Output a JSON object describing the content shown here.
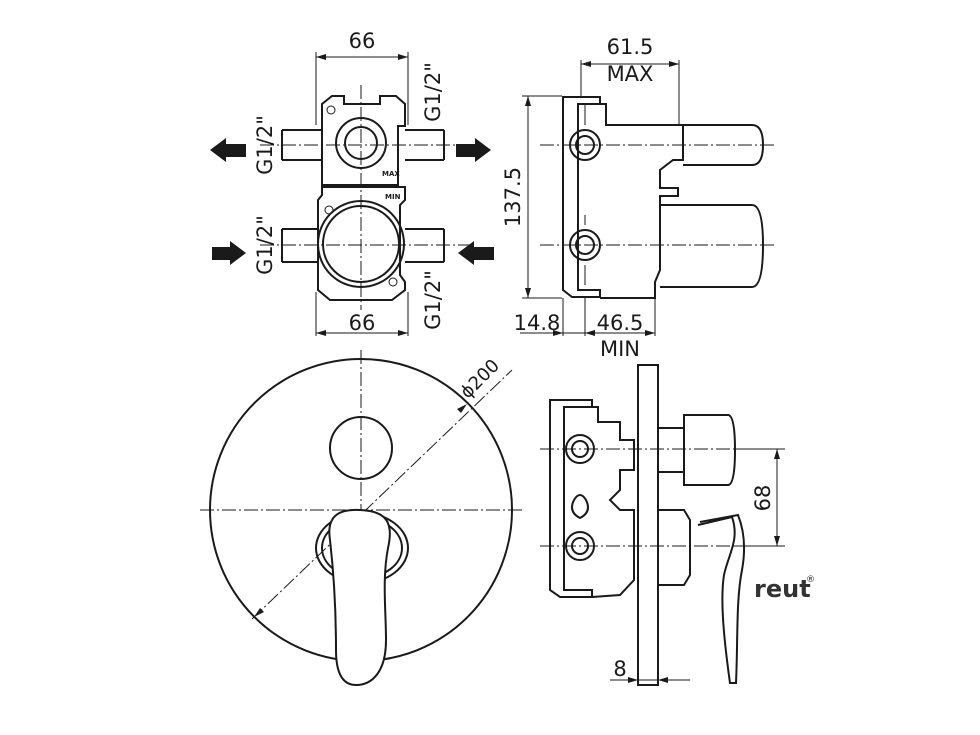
{
  "front_view": {
    "width_top": "66",
    "width_bottom": "66",
    "thread_left_top": "G1/2\"",
    "thread_left_bottom": "G1/2\"",
    "thread_right_top": "G1/2\"",
    "thread_right_bottom": "G1/2\"",
    "label_max": "MAX",
    "label_min": "MIN"
  },
  "side_view": {
    "depth_max_value": "61.5",
    "depth_max_label": "MAX",
    "height": "137.5",
    "offset": "14.8",
    "depth_min_value": "46.5",
    "depth_min_label": "MIN"
  },
  "plate_view": {
    "diameter": "ϕ200"
  },
  "assembly_view": {
    "spacing": "68",
    "plate_thickness": "8"
  },
  "brand": {
    "name": "reut",
    "mark": "®"
  },
  "icons": [
    "arrow-out-left",
    "arrow-out-right",
    "arrow-in-left",
    "arrow-in-right"
  ],
  "colors": {
    "line": "#1a1a1a",
    "background": "#ffffff"
  }
}
